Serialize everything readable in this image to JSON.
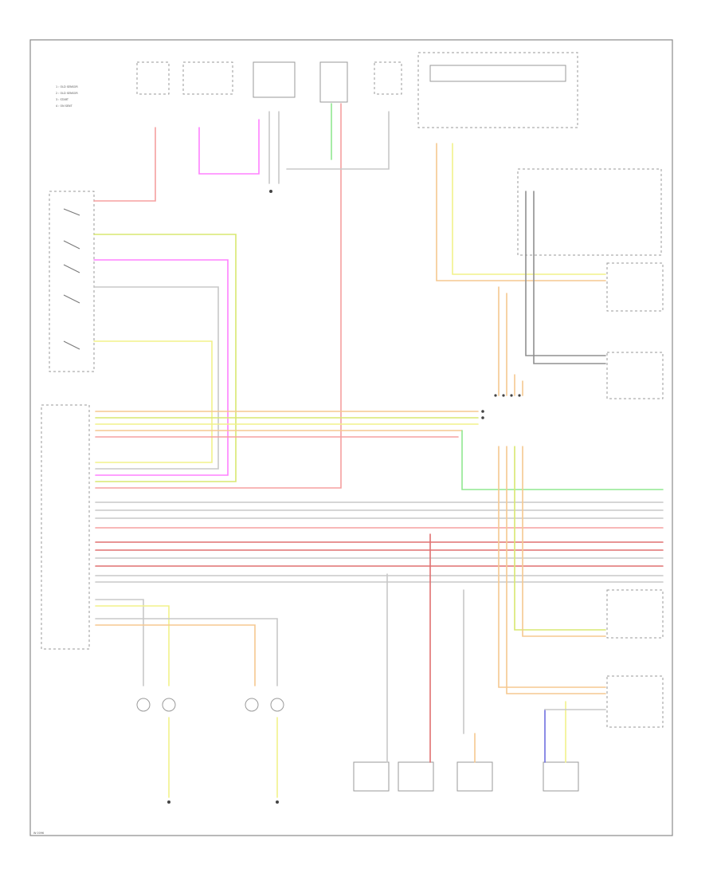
{
  "diagram": {
    "background": "#ffffff",
    "frame_color": "#8a8a8a",
    "wire_colors": {
      "red": "#f5a0a0",
      "red_dark": "#e07070",
      "pink": "#ff80ff",
      "yellow": "#f2f28a",
      "yellow_green": "#d8e870",
      "green": "#90e890",
      "orange": "#f5c890",
      "grey": "#c8c8c8",
      "dark_grey": "#909090",
      "blue": "#7070e0",
      "brown": "#c8a878"
    },
    "legend_lines": [
      "1 : OLD SENSOR",
      "2 : OLD SENSOR",
      "3 : START",
      "4 : ON SENT"
    ],
    "footer_code": "W 0096"
  }
}
